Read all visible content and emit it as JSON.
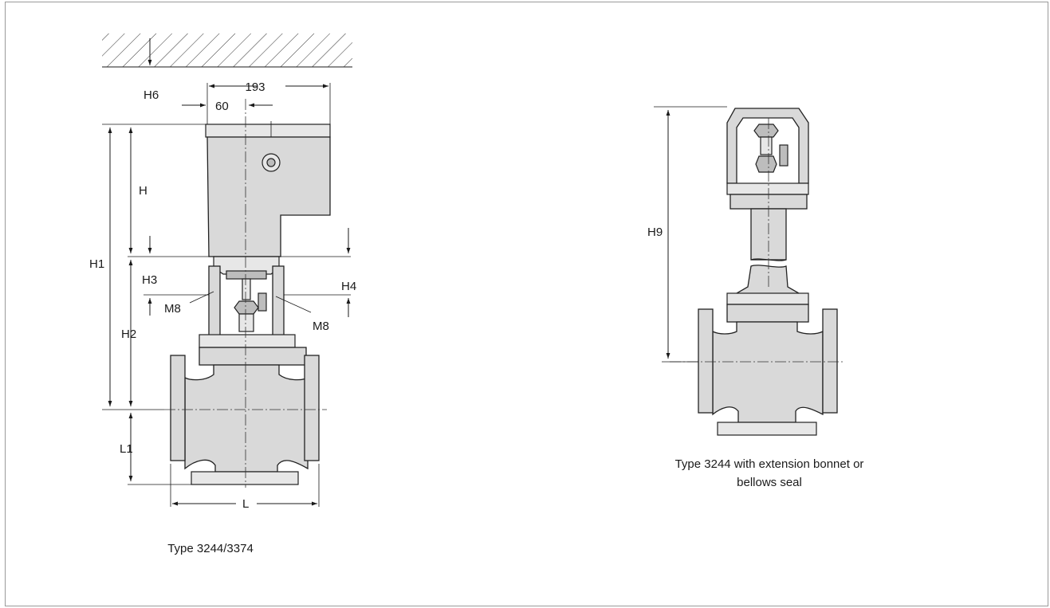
{
  "labels": {
    "d193": "193",
    "d60": "60",
    "h6": "H6",
    "h": "H",
    "h1": "H1",
    "h3": "H3",
    "h4": "H4",
    "m8_left": "M8",
    "m8_right": "M8",
    "h2": "H2",
    "l1": "L1",
    "l": "L",
    "h9": "H9"
  },
  "captions": {
    "left": "Type 3244/3374",
    "right_line1": "Type 3244 with extension bonnet or",
    "right_line2": "bellows seal"
  }
}
